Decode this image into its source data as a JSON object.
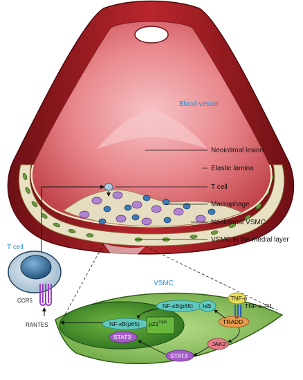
{
  "labels": {
    "blood_vessel": "Blood vessel",
    "neointimal_lesion": "Neointimal lesion",
    "elastic_lamina": "Elastic lamina",
    "t_cell": "T cell",
    "macrophage": "Macrophage",
    "neointimal_vsmc": "Neointimal VSMC",
    "vsmc_medial": "VSMC in the medial layer",
    "t_cell_left": "T cell",
    "ccr5": "CCR5",
    "rantes": "RANTES",
    "vsmc": "VSMC"
  },
  "nodes": {
    "tnf_alpha": "TNF-α",
    "tnf_r1": "TNF-α–R1",
    "nfkb_cyto": "NF-κB(p65)",
    "ikb": "IκB",
    "tradd": "TRADD",
    "nfkb_nuc": "NF-κB(p65)",
    "p21_base": "p21",
    "p21_sup": "Cip1",
    "stat3_nuc": "STAT3",
    "jak2": "JAK2",
    "stat3_cyto": "STAT3"
  },
  "colors": {
    "vessel_outer": "#8e1b1f",
    "lumen": "#e8868b",
    "label_blue": "#2a8fd6",
    "vsmc_cell": "#7fb94d",
    "nucleus": "#3f8a2a",
    "nfkb": "#5fc9c0",
    "tradd": "#e69a4c",
    "stat3": "#a45cc9",
    "jak2": "#e47d88",
    "tnf": "#e7dc5a"
  }
}
